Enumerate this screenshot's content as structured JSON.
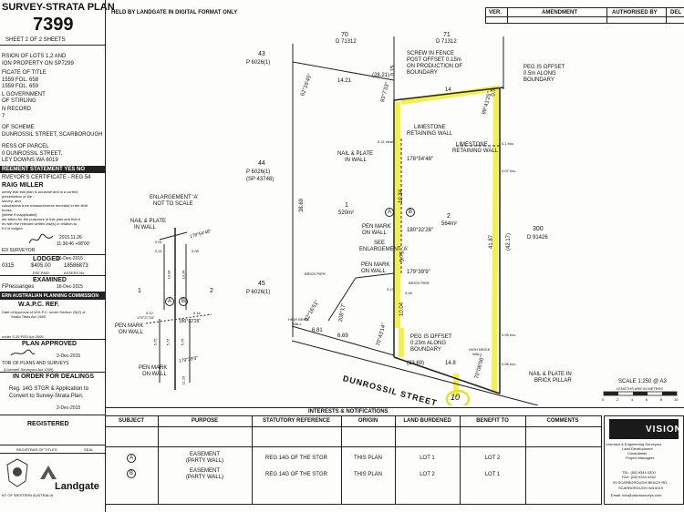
{
  "left_panel": {
    "title": "SURVEY-STRATA PLAN",
    "plan_number": "7399",
    "sheet": "SHEET 2 OF 2 SHEETS",
    "subdivision_lines": [
      "RSION OF LOTS 1,2 AND",
      "ION PROPERTY ON SP7299"
    ],
    "certificate_label": "FICATE OF TITLE",
    "folio_lines": [
      "1559  FOL. 658",
      "1559  FOL. 659"
    ],
    "local_government": [
      "L GOVERNMENT",
      "OF STIRLING"
    ],
    "record": [
      "N RECORD",
      "7"
    ],
    "scheme_label": "OF SCHEME",
    "scheme_address": "DUNROSSIL STREET, SCARBOROUGH",
    "address_label": "RESS OF PARCEL",
    "address_lines": [
      "0 DUNROSSIL STREET,",
      "LEY DOWNS WA 6019"
    ],
    "agreement_statement": "REEMENT STATEMENT  YES  NO",
    "surveyor_cert": "RVEYOR'S CERTIFICATE - REG 54",
    "surveyor_name": "RAIG MILLER",
    "surveyor_text": [
      "certify that this plan is accurate and is a correct",
      "presentation of the -",
      "survey; and",
      "calculations from measurements recorded in the field",
      "books,",
      "[delete if inapplicable]",
      "der taken for the purposes of this plan and that it",
      "es with the relevant written law(s) in relation to",
      "h it is lodged."
    ],
    "surveyor_date": "2015.11.26",
    "surveyor_time": "11:36:46 +08'00'",
    "licensed_surveyor": "ED SURVEYOR",
    "lodged_title": "LODGED",
    "lodged_date": "16-Dec-2015",
    "lodged_row1": [
      "0315",
      "$405.00",
      "18586873"
    ],
    "lodged_row2": [
      "FEE PAID",
      "ASSESS No."
    ],
    "examined_title": "EXAMINED",
    "examined_row": "FPressanges",
    "examined_date": "16-Dec-2015",
    "wapc_title": "ERN AUSTRALIAN PLANNING COMMISSION",
    "wapc_ref": "W.A.P.C. REF.",
    "wapc_text": [
      "Date of Approval of W.A.P.C. under Section 25(2) of",
      "Strata Titles Act 1985"
    ],
    "wapc_text2": "under S.25 PED Act 2005",
    "plan_approved_title": "PLAN APPROVED",
    "plan_approved_date": "2-Dec-2015",
    "plans_surveys": [
      "TOR OF PLANS AND SURVEYS",
      "(Licensed Surveyors Act 1909)"
    ],
    "in_order_title": "IN ORDER FOR DEALINGS",
    "in_order_lines": [
      "Reg. 14G STGR & Application to",
      "Convert to Survey-Strata Plan."
    ],
    "in_order_date": "2-Dec-2015",
    "registered_title": "REGISTERED",
    "registrar_label": "REGISTRAR OF TITLES",
    "seal_label": "SEAL",
    "govt_label": "NT OF WESTERN AUSTRALIA",
    "landgate": "Landgate"
  },
  "header": {
    "held_note": "HELD BY LANDGATE IN DIGITAL FORMAT ONLY",
    "ver": "VER.",
    "amendment": "AMENDMENT",
    "authorised_by": "AUTHORISED BY",
    "del": "DEL"
  },
  "plan": {
    "lots_top": [
      {
        "num": "70",
        "ref": "D 71312"
      },
      {
        "num": "71",
        "ref": "D 71312"
      },
      {
        "num": "43",
        "ref": "P 6026(1)"
      },
      {
        "num": "44",
        "ref": "P 6026(1)",
        "ref2": "(SP 43748)"
      },
      {
        "num": "45",
        "ref": "P 6026(1)"
      },
      {
        "num": "300",
        "ref": "D 91426"
      }
    ],
    "lot1": {
      "num": "1",
      "area": "520m²"
    },
    "lot2": {
      "num": "2",
      "area": "564m²"
    },
    "dims": {
      "d_1421": "14.21",
      "d_2821": "(28.21)",
      "d_14": "14",
      "d_3869": "38.69",
      "d_4187": "41.87",
      "d_4217": "(42.17)",
      "d_1034": "10.34",
      "d_575": "5.75",
      "d_1004": "10.04",
      "d_1115": "11.15",
      "d_669": "6.69",
      "d_681": "6.81",
      "d_148": "14.8",
      "d_2369": "(23.69)",
      "d_2817": "208°17'",
      "d_6218": "62°16'45\"",
      "d_9338": "93°7'33\"",
      "d_9941": "99°41'25\"",
      "d_7043": "70°43'14\"",
      "d_7066": "70°06'50\"",
      "d_8215": "82°16'51\"",
      "d_015": "0.15",
      "d_05": "0.5",
      "d_011": "0.11 clear",
      "d_01": "0.1 enc.",
      "d_007": "0.07 enc.",
      "d_005": "0.05 enc.",
      "d_006": "0.06 enc.",
      "d_317": "3.17",
      "d_318": "3.18"
    },
    "bearings": {
      "b1": "178°54'48\"",
      "b2": "180°32'26\"",
      "b3": "179°39'9\""
    },
    "circle_a": "A",
    "circle_b": "B",
    "notes": {
      "screw_fence": [
        "SCREW IN FENCE",
        "POST OFFSET 0.15m",
        "ON PRODUCTION OF",
        "BOUNDARY"
      ],
      "peg_top": [
        "PEG IS OFFSET",
        "0.5m ALONG",
        "BOUNDARY"
      ],
      "limestone1": [
        "LIMESTONE",
        "RETAINING WALL"
      ],
      "limestone2": [
        "LIMESTONE",
        "RETAINING WALL"
      ],
      "nail_plate": [
        "NAIL & PLATE",
        "IN WALL"
      ],
      "pen_mark1": [
        "PEN MARK",
        "ON WALL"
      ],
      "see_enlargement": [
        "SEE",
        "ENLARGEMENT 'A'"
      ],
      "pen_mark2": [
        "PEN MARK",
        "ON WALL"
      ],
      "brick_pier": "BRICK PIER",
      "brick_pier2": "BRICK PIER",
      "high_brick_wall": [
        "HIGH BRICK",
        "WALL"
      ],
      "high_brick_wall2": [
        "HIGH BRICK",
        "WALL"
      ],
      "peg_bottom": [
        "PEG IS OFFSET",
        "0.23m ALONG",
        "BOUNDARY"
      ],
      "nail_pillar": [
        "NAIL & PLATE IN",
        "BRICK PILLAR"
      ]
    },
    "street": "DUNROSSIL    STREET",
    "street_num": "10",
    "scale_text": "SCALE 1:250 @ A3",
    "scale_sub": "LENGTHS ARE IN METRES",
    "scale_marks": [
      "0",
      "2",
      "4",
      "6",
      "8",
      "10"
    ]
  },
  "enlargement": {
    "title": "Enlargement 'A'",
    "subtitle": "NOT TO SCALE",
    "nail_plate": [
      "NAIL & PLATE",
      "IN WALL"
    ],
    "lot1": "1",
    "lot2": "2",
    "bearing_top": "178°54'48\"",
    "bearing_mid": "180°32'26\"",
    "bearing_low": "179°39'9\"",
    "bearing_left": "175°27'34\"",
    "pen_mark1": [
      "PEN MARK",
      "ON WALL"
    ],
    "pen_mark2": [
      "PEN MARK",
      "ON WALL"
    ],
    "dims": [
      "10.34",
      "10.04",
      "11.15",
      "5.75",
      "5.76",
      "6.75",
      "0.01",
      "0.21",
      "0.08",
      "0.16",
      "0.12"
    ]
  },
  "interests": {
    "title": "INTERESTS & NOTIFICATIONS",
    "headers": [
      "SUBJECT",
      "PURPOSE",
      "STATUTORY REFERENCE",
      "ORIGIN",
      "LAND BURDENED",
      "BENEFIT TO",
      "COMMENTS"
    ],
    "rows": [
      {
        "subject": "A",
        "purpose": [
          "EASEMENT",
          "(PARTY WALL)"
        ],
        "statutory": "REG 14G OF THE STGR",
        "origin": "THIS PLAN",
        "burdened": "LOT 1",
        "benefit": "LOT 2",
        "comments": ""
      },
      {
        "subject": "B",
        "purpose": [
          "EASEMENT",
          "(PARTY WALL)"
        ],
        "statutory": "REG 14G OF THE STGR",
        "origin": "THIS PLAN",
        "burdened": "LOT 2",
        "benefit": "LOT 1",
        "comments": ""
      }
    ]
  },
  "vision": {
    "logo": "VISION",
    "line1": "Licensed & Engineering Surveyors",
    "line2": "Land Development",
    "line3": "Consultants",
    "line4": "Project Managers",
    "line5": "TEL: (08) 9344 0200",
    "line6": "FAX: (08) 9344 0262",
    "line7": "93 SCARBOROUGH BEACH RD,",
    "line8": "SCARBOROUGH WA 6019",
    "line9": "Email: info@visionsurveys.com"
  },
  "colors": {
    "highlight": "#f2ef3a",
    "line": "#222222"
  }
}
